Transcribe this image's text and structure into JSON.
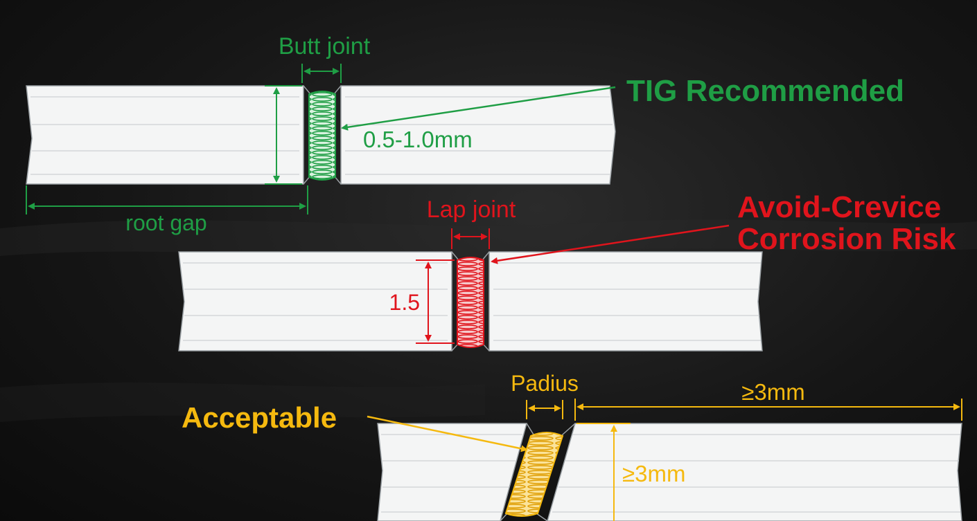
{
  "colors": {
    "green": "#1f9e45",
    "red": "#e0141c",
    "yellow": "#f5b90f",
    "plate": "#f4f5f5",
    "plate_line": "#9aa0a4",
    "background": "#161616"
  },
  "butt": {
    "title": "Butt joint",
    "gap_label": "0.5-1.0mm",
    "root_label": "root gap",
    "callout": "TIG Recommended"
  },
  "lap": {
    "title": "Lap joint",
    "thickness_label": "1.5",
    "callout_line1": "Avoid-Crevice",
    "callout_line2": "Corrosion Risk"
  },
  "fillet": {
    "title": "Padius",
    "length_label": "≥3mm",
    "height_label": "≥3mm",
    "callout": "Acceptable"
  }
}
